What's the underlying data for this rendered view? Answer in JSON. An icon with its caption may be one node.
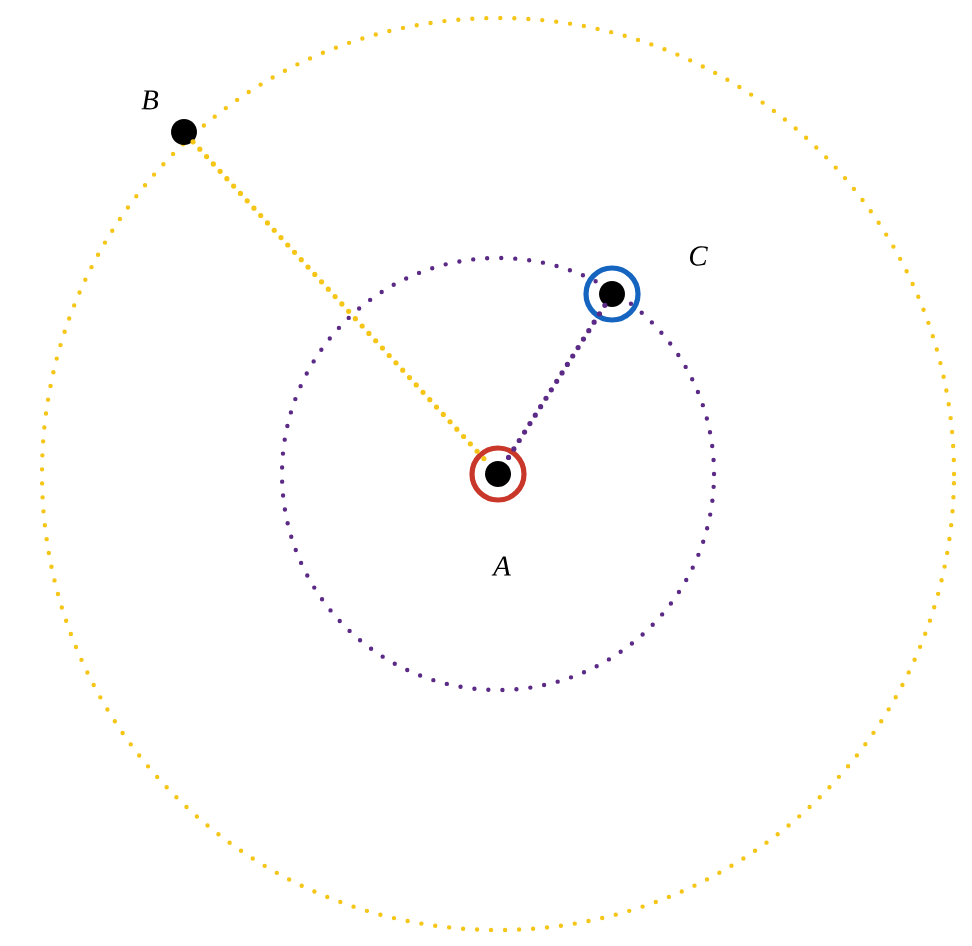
{
  "diagram": {
    "nodes": [
      {
        "text": [
          "A"
        ]
      },
      {
        "text": [
          "B"
        ]
      },
      {
        "text": [
          "C"
        ]
      }
    ],
    "edges": [
      {
        "from": 1,
        "to": 0,
        "arrow": "none",
        "style": "dashed",
        "color": "#f5c518"
      },
      {
        "from": 2,
        "to": 0,
        "arrow": "none",
        "style": "dashed",
        "color": "#5b2a86"
      }
    ]
  }
}
